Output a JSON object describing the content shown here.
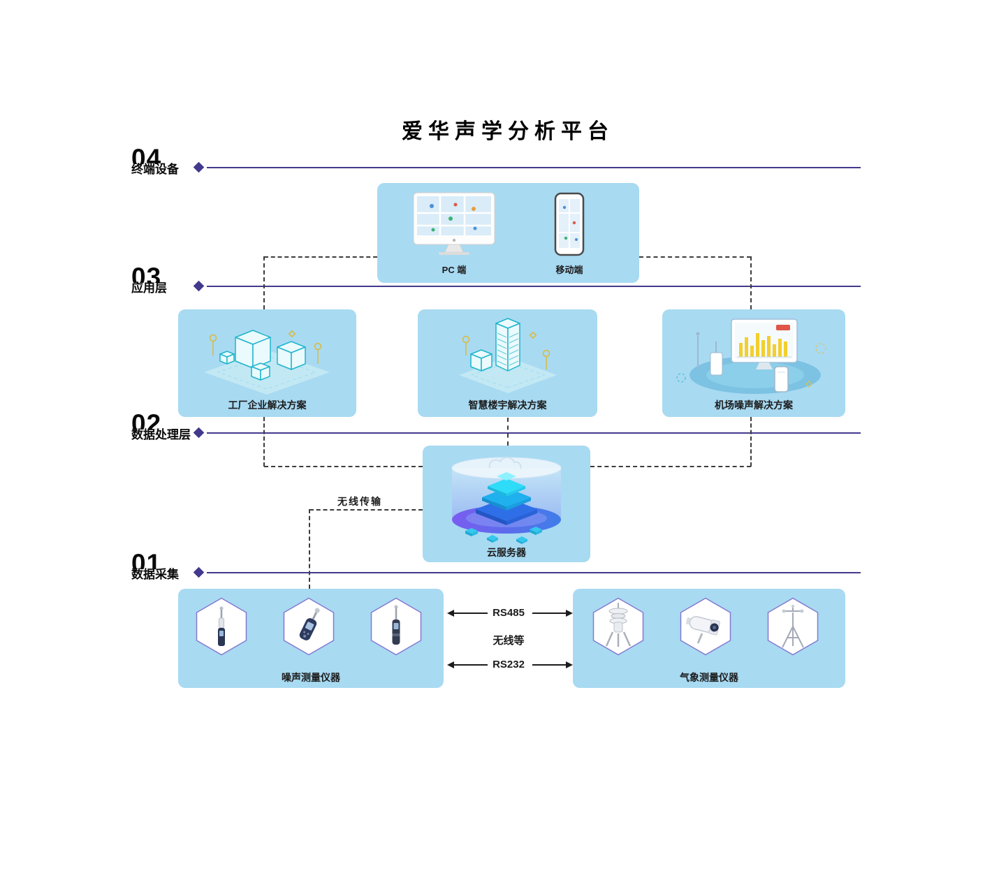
{
  "title": "爱华声学分析平台",
  "layers": [
    {
      "num": "04",
      "label": "终端设备"
    },
    {
      "num": "03",
      "label": "应用层"
    },
    {
      "num": "02",
      "label": "数据处理层"
    },
    {
      "num": "01",
      "label": "数据采集"
    }
  ],
  "terminal": {
    "pc_label": "PC 端",
    "mobile_label": "移动端"
  },
  "solutions": [
    {
      "label": "工厂企业解决方案"
    },
    {
      "label": "智慧楼宇解决方案"
    },
    {
      "label": "机场噪声解决方案"
    }
  ],
  "cloud": {
    "label": "云服务器"
  },
  "transport": {
    "wireless_label": "无线传输",
    "links": [
      "RS485",
      "无线等",
      "RS232"
    ]
  },
  "collection": {
    "noise_label": "噪声测量仪器",
    "weather_label": "气象测量仪器"
  },
  "colors": {
    "panel_blue": "#a8daf2",
    "layer_purple": "#43398c",
    "accent_teal": "#1fb5cb",
    "accent_yellow": "#e8c54a"
  }
}
